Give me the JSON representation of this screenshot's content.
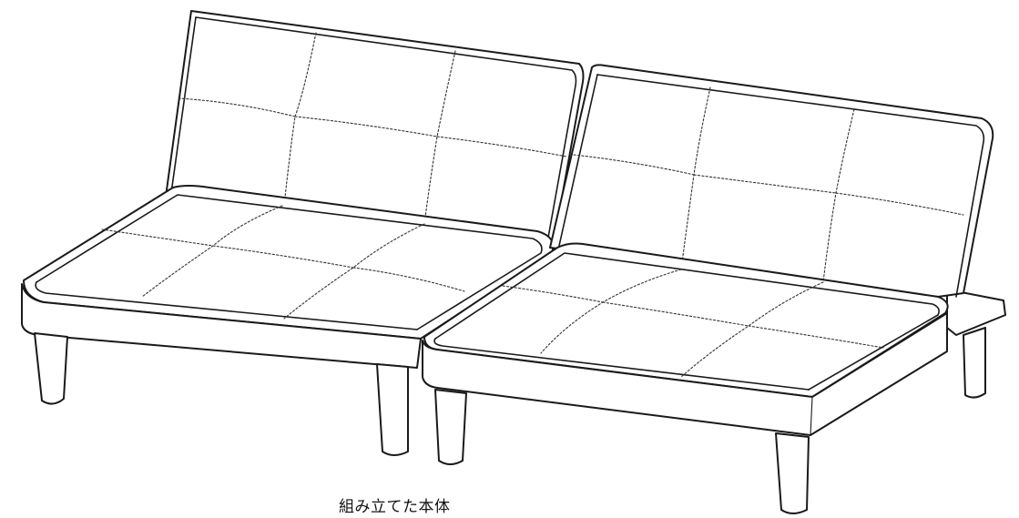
{
  "caption": "組み立てた本体",
  "figure": {
    "subject": "assembled-sofa-bed-line-drawing",
    "style": "black-outline-on-white",
    "stroke_color": "#1a1a1a",
    "background": "#ffffff"
  }
}
